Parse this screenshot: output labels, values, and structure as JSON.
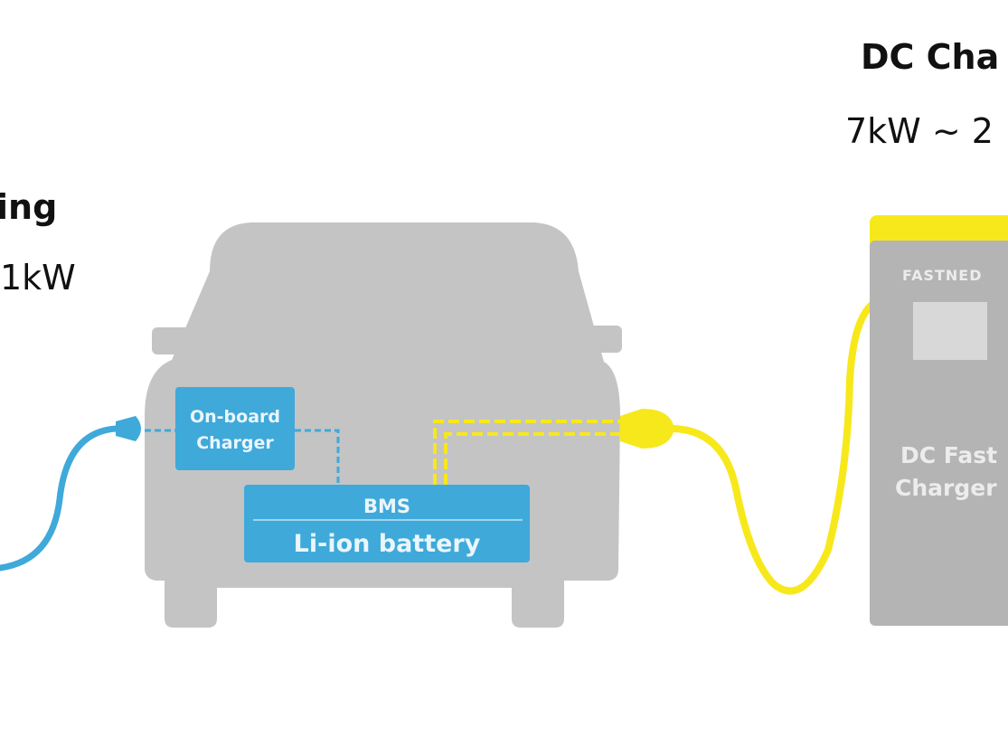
{
  "left_label": {
    "title": "ing",
    "power": "1kW"
  },
  "right_label": {
    "title": "DC Cha",
    "power": "7kW ~ 2"
  },
  "vehicle": {
    "onboard_charger": [
      "On-board",
      "Charger"
    ],
    "bms": "BMS",
    "battery": "Li-ion battery"
  },
  "dc_charger": {
    "brand": "FASTNED",
    "name": [
      "DC Fast",
      "Charger"
    ]
  },
  "colors": {
    "car": "#c4c4c4",
    "blue": "#3fa9da",
    "yellow": "#f7e81c",
    "charger_body": "#b4b4b4",
    "charger_top": "#f7e81c"
  }
}
